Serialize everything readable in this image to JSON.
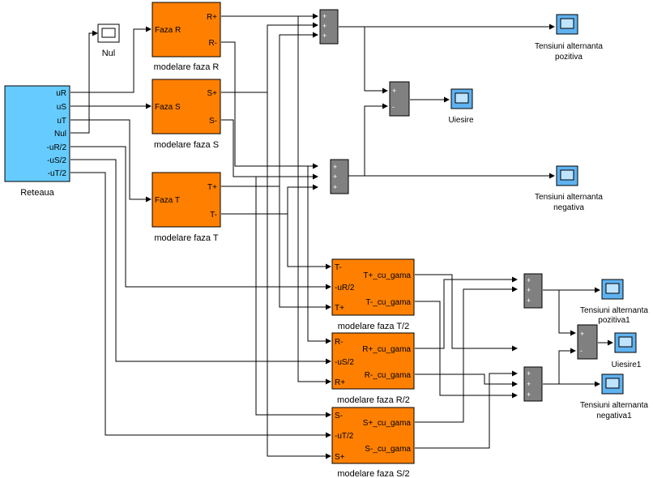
{
  "colors": {
    "source_fill": "#66ccff",
    "subsystem_fill": "#ff8000",
    "sum_fill": "#808080",
    "scope_fill": "#5fb2f0",
    "wire": "#000000"
  },
  "source": {
    "name": "Reteaua",
    "ports": [
      "uR",
      "uS",
      "uT",
      "Nul",
      "-uR/2",
      "-uS/2",
      "-uT/2"
    ]
  },
  "nul_scope": {
    "name": "Nul"
  },
  "phase_r": {
    "name": "modelare faza R",
    "input": "Faza R",
    "outputs": [
      "R+",
      "R-"
    ]
  },
  "phase_s": {
    "name": "modelare faza S",
    "input": "Faza S",
    "outputs": [
      "S+",
      "S-"
    ]
  },
  "phase_t": {
    "name": "modelare faza T",
    "input": "Faza T",
    "outputs": [
      "T+",
      "T-"
    ]
  },
  "half_t": {
    "name": "modelare faza T/2",
    "inputs": [
      "T-",
      "-uR/2",
      "T+"
    ],
    "outputs": [
      "T+_cu_gama",
      "T-_cu_gama"
    ]
  },
  "half_r": {
    "name": "modelare faza R/2",
    "inputs": [
      "R-",
      "-uS/2",
      "R+"
    ],
    "outputs": [
      "R+_cu_gama",
      "R-_cu_gama"
    ]
  },
  "half_s": {
    "name": "modelare faza S/2",
    "inputs": [
      "S-",
      "-uT/2",
      "S+"
    ],
    "outputs": [
      "S+_cu_gama",
      "S-_cu_gama"
    ]
  },
  "sums": {
    "plus3": "+",
    "diff_top": "+",
    "diff_bottom": "-"
  },
  "scopes": {
    "pos": {
      "line1": "Tensiuni alternanta",
      "line2": "pozitiva"
    },
    "neg": {
      "line1": "Tensiuni alternanta",
      "line2": "negativa"
    },
    "out": {
      "line1": "Uiesire"
    },
    "pos1": {
      "line1": "Tensiuni alternanta",
      "line2": "pozitiva1"
    },
    "neg1": {
      "line1": "Tensiuni alternanta",
      "line2": "negativa1"
    },
    "out1": {
      "line1": "Uiesire1"
    }
  }
}
